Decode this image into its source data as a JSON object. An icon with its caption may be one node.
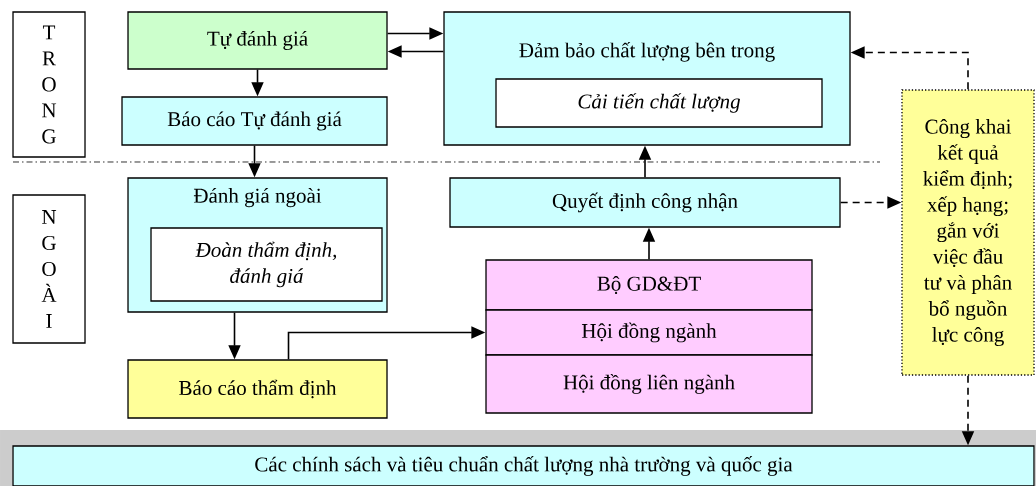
{
  "diagram": {
    "nodes": [
      {
        "text": [
          "T R O N G"
        ]
      },
      {
        "text": [
          "Tự đánh giá"
        ]
      },
      {
        "text": [
          "Báo cáo Tự đánh giá"
        ]
      },
      {
        "text": [
          "Đảm bảo chất lượng bên trong"
        ]
      },
      {
        "text": [
          "Cải tiến chất lượng"
        ],
        "in": 3
      },
      {
        "text": [
          "N G O À I"
        ]
      },
      {
        "text": [
          "Đánh giá ngoài"
        ]
      },
      {
        "text": [
          "Đoàn thẩm định, đánh giá"
        ],
        "in": 6
      },
      {
        "text": [
          "Quyết định công nhận"
        ]
      },
      {
        "text": [
          "Bộ GD&ĐT"
        ]
      },
      {
        "text": [
          "Hội đồng ngành"
        ]
      },
      {
        "text": [
          "Hội đồng liên ngành"
        ]
      },
      {
        "text": [
          "Báo cáo thẩm định"
        ]
      },
      {
        "text": [
          "Công khai kết quả kiểm định; xếp hạng; gắn với việc đầu tư và phân bổ nguồn lực công"
        ]
      },
      {
        "text": [
          "Các chính sách và tiêu chuẩn chất lượng nhà trường và quốc gia"
        ]
      }
    ],
    "edges": [
      {
        "from": 1,
        "to": 3,
        "arrow": "to"
      },
      {
        "from": 3,
        "to": 1,
        "arrow": "to"
      },
      {
        "from": 1,
        "to": 2,
        "arrow": "to"
      },
      {
        "from": 2,
        "to": 6,
        "arrow": "to"
      },
      {
        "from": 6,
        "to": 12,
        "arrow": "to"
      },
      {
        "from": 12,
        "to": 10,
        "arrow": "to"
      },
      {
        "from": 9,
        "to": 8,
        "arrow": "to"
      },
      {
        "from": 8,
        "to": 3,
        "arrow": "to"
      },
      {
        "from": 8,
        "to": 13,
        "arrow": "to",
        "style": "dashed"
      },
      {
        "from": 13,
        "to": 3,
        "arrow": "to",
        "style": "dashed"
      },
      {
        "from": 13,
        "to": 14,
        "arrow": "to",
        "style": "dashed"
      }
    ]
  }
}
